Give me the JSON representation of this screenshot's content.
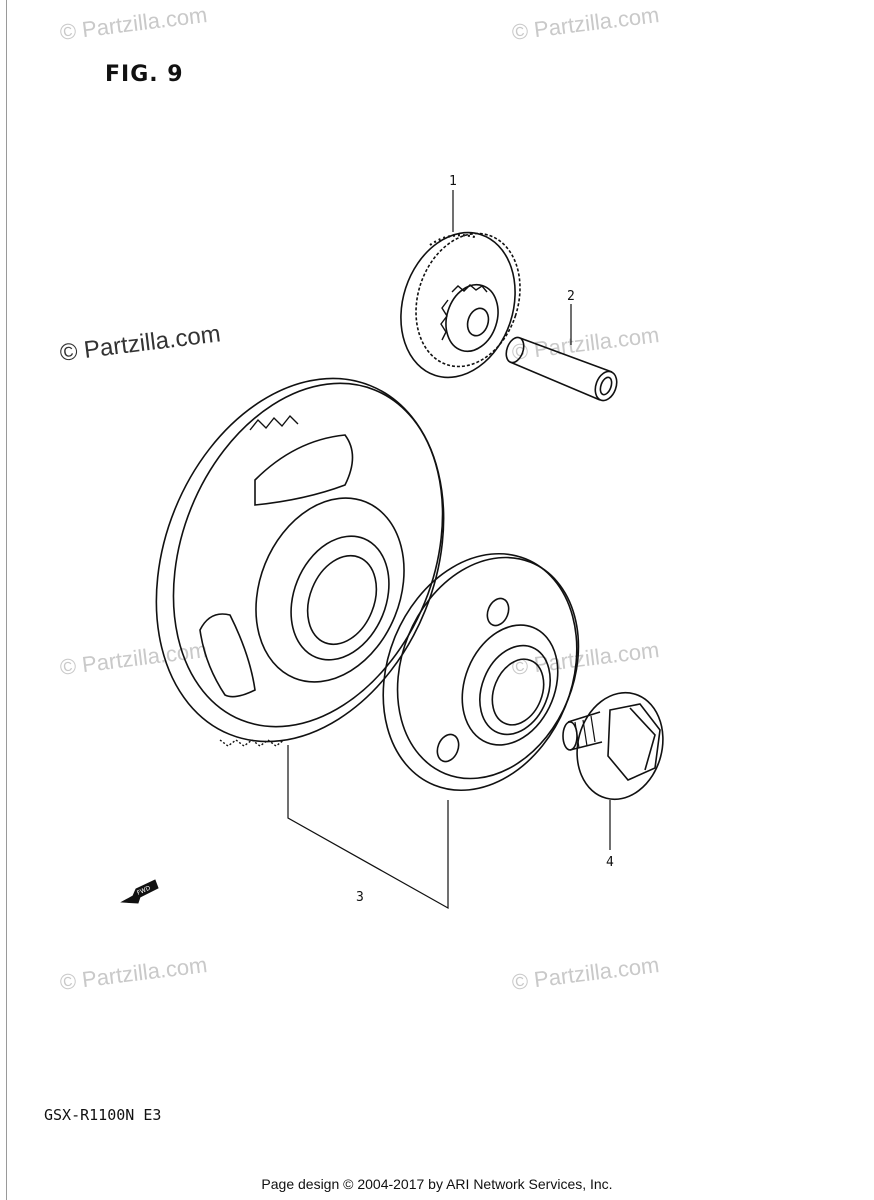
{
  "figure": {
    "title": "FIG. 9"
  },
  "watermark": {
    "text": "© Partzilla.com"
  },
  "callouts": [
    "1",
    "2",
    "3",
    "4"
  ],
  "fwd_arrow": {
    "label": "FWD"
  },
  "model_code": "GSX-R1100N E3",
  "footer": "Page design © 2004-2017 by ARI Network Services, Inc."
}
